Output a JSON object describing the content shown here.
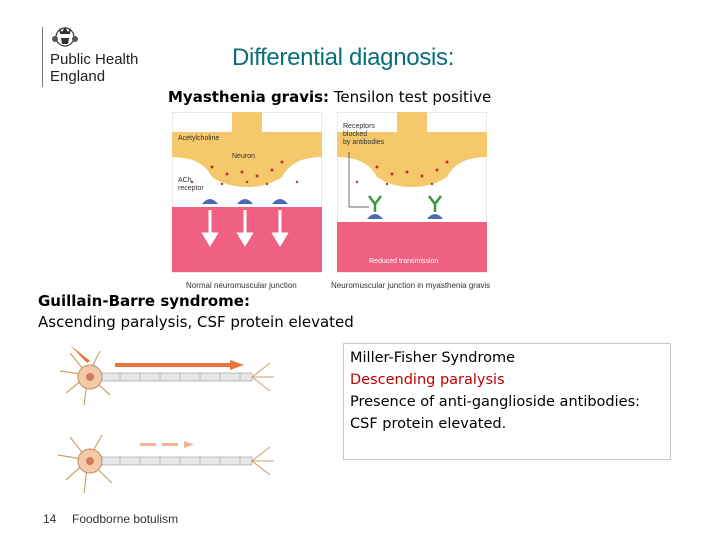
{
  "logo": {
    "line1": "Public Health",
    "line2": "England"
  },
  "title": "Differential diagnosis:",
  "myasthenia": {
    "name": "Myasthenia gravis:",
    "detail": " Tensilon test positive"
  },
  "diagram_normal": {
    "labels": [
      "Acetylcholine",
      "Neuron",
      "ACh",
      "receptor"
    ],
    "caption": "Normal neuromuscular junction"
  },
  "diagram_mg": {
    "labels": [
      "Receptors",
      "blocked",
      "by antibodies"
    ],
    "bottom_label": "Reduced transmission",
    "caption": "Neuromuscular junction in myasthenia gravis"
  },
  "guillain": {
    "heading": "Guillain-Barre syndrome:",
    "text": "Ascending paralysis, CSF protein elevated"
  },
  "miller_fisher": {
    "title": "Miller-Fisher Syndrome",
    "line2": "Descending paralysis",
    "line3": "Presence of anti-ganglioside antibodies:",
    "line4": "CSF protein elevated."
  },
  "colors": {
    "title": "#0a6e7a",
    "accent_red": "#c00000",
    "neuron": "#f5c86b",
    "muscle": "#f06080",
    "arrow": "#e8743a"
  },
  "footer": {
    "page": "14",
    "text": "Foodborne botulism"
  }
}
